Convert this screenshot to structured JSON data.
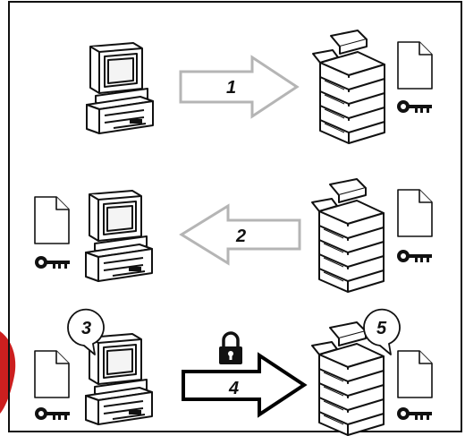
{
  "diagram": {
    "steps": [
      {
        "label": "1",
        "direction": "right",
        "from": "computer",
        "to": "printer"
      },
      {
        "label": "2",
        "direction": "left",
        "from": "printer",
        "to": "computer"
      },
      {
        "label": "4",
        "direction": "right",
        "from": "computer",
        "to": "printer",
        "secured": true
      }
    ],
    "callouts": [
      {
        "label": "3",
        "target": "computer"
      },
      {
        "label": "5",
        "target": "printer"
      }
    ],
    "icons": [
      "computer-icon",
      "printer-icon",
      "document-icon",
      "key-icon",
      "padlock-icon"
    ],
    "colors": {
      "outline": "#111111",
      "arrow_light": "#b5b5b5",
      "arrow_dark": "#000000",
      "red_accent": "#cc1f1f"
    }
  }
}
